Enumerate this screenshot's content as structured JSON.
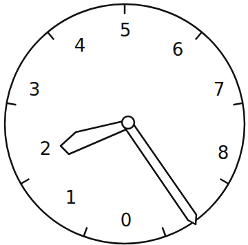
{
  "diagram": {
    "labels": [
      "5",
      "6",
      "7",
      "8",
      "0",
      "1",
      "2",
      "3",
      "4"
    ]
  }
}
